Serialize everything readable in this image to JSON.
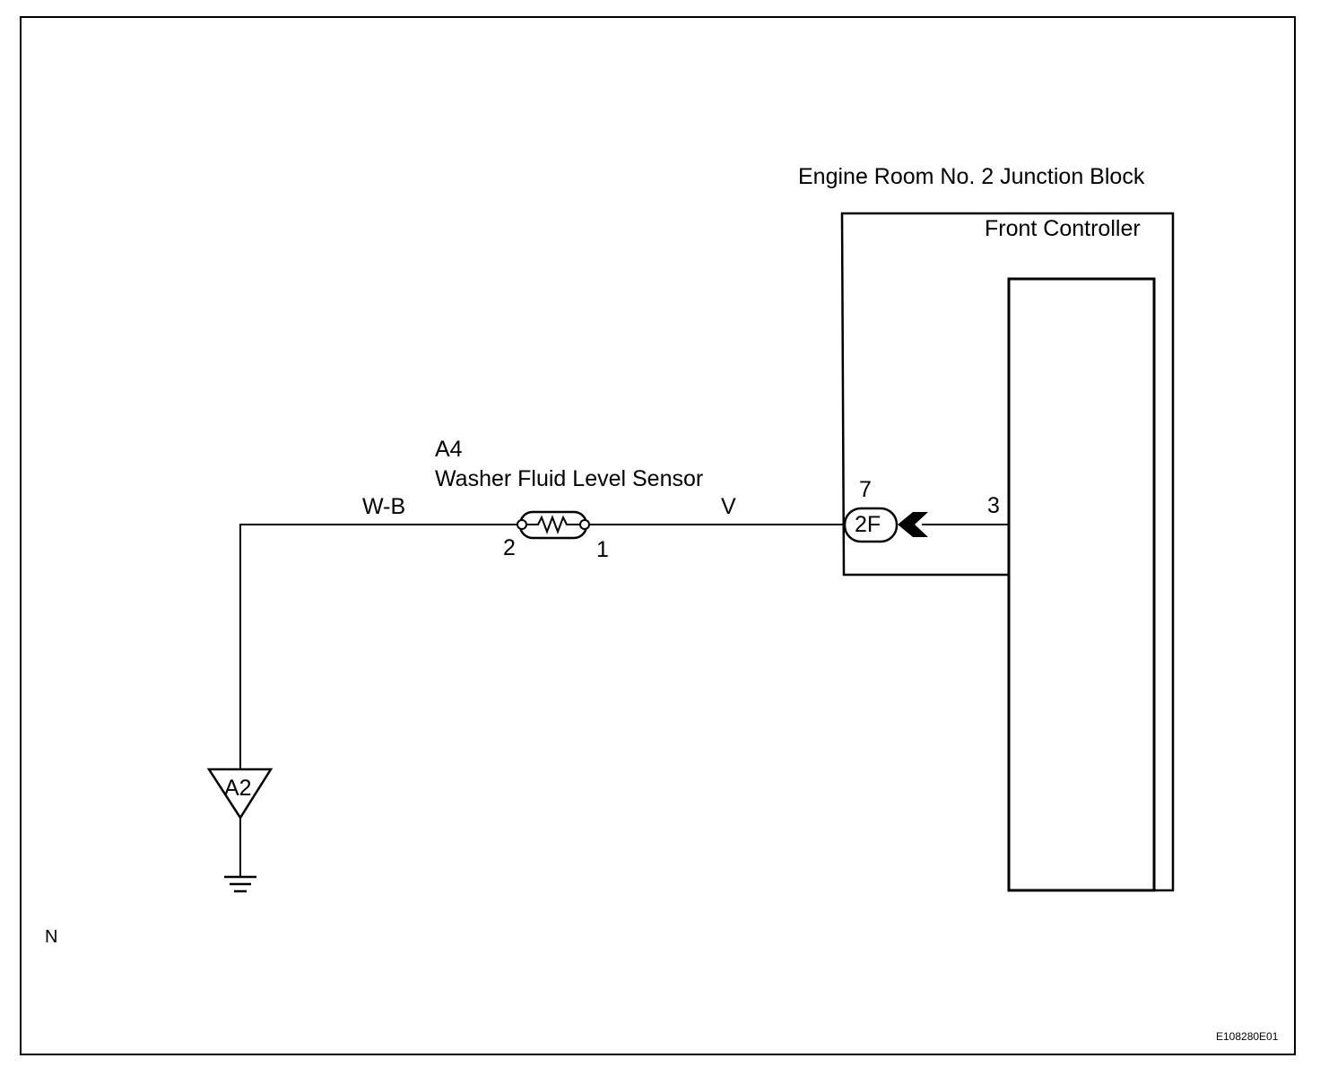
{
  "junction_block": {
    "title": "Engine Room No. 2 Junction Block"
  },
  "front_controller": {
    "title": "Front Controller",
    "pin": "3"
  },
  "connector_2f": {
    "label": "2F",
    "pin": "7"
  },
  "sensor": {
    "code": "A4",
    "name": "Washer Fluid Level Sensor",
    "pin_left": "2",
    "pin_right": "1"
  },
  "wires": {
    "ground_side": "W-B",
    "sensor_side": "V"
  },
  "ground": {
    "label": "A2"
  },
  "page_marker": "N",
  "figure_code": "E108280E01"
}
